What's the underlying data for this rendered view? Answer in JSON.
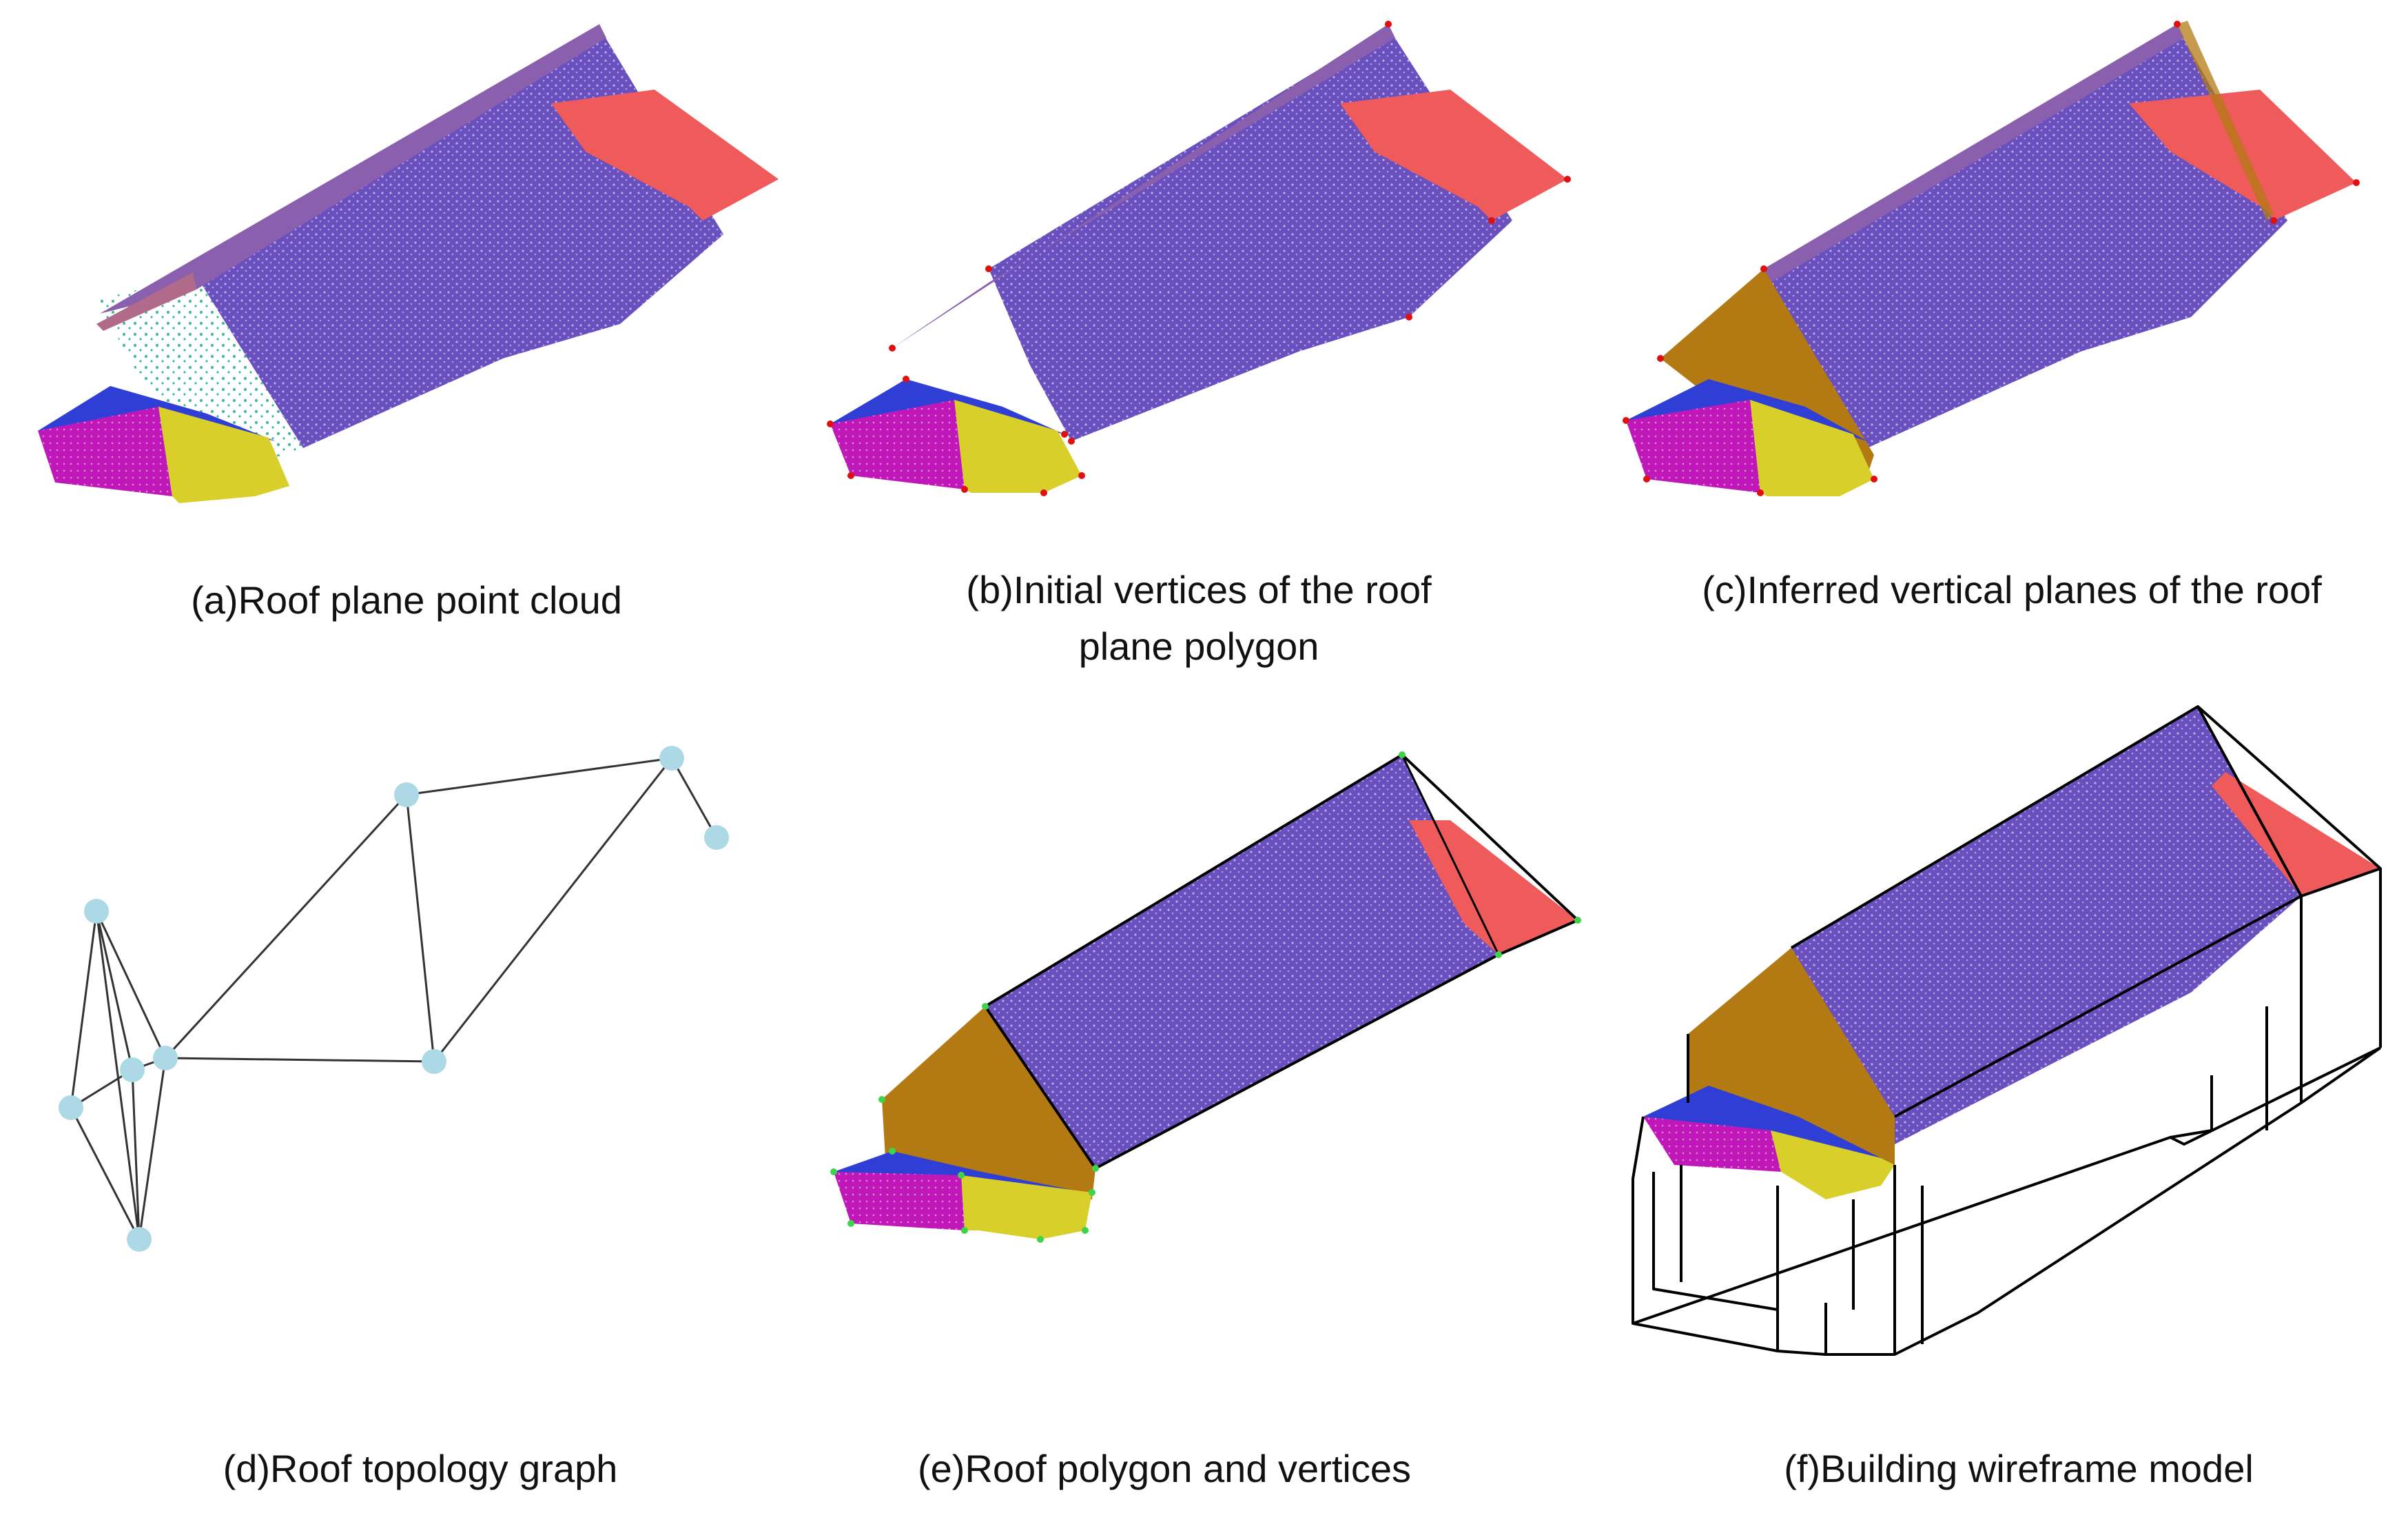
{
  "figure": {
    "captions": {
      "a": "(a)Roof plane point cloud",
      "b_line1": "(b)Initial vertices of the roof",
      "b_line2": "plane polygon",
      "c": "(c)Inferred vertical planes of the roof",
      "d": "(d)Roof topology graph",
      "e": "(e)Roof polygon and vertices",
      "f": "(f)Building wireframe model"
    },
    "colors": {
      "main_roof": "#6a4fbf",
      "ridge_strip": "#8a5fae",
      "end_roof": "#ef5b5b",
      "wing_magenta": "#c018b8",
      "wing_blue": "#2f3fd6",
      "wing_yellow": "#d8cf2a",
      "unassigned_points": "#3ab99a",
      "vertical_plane": "#b37a13",
      "vertex_red": "#e01010",
      "vertex_green": "#3fd34a",
      "graph_node": "#add8e6",
      "graph_edge": "#333333",
      "wireframe": "#000000"
    }
  }
}
